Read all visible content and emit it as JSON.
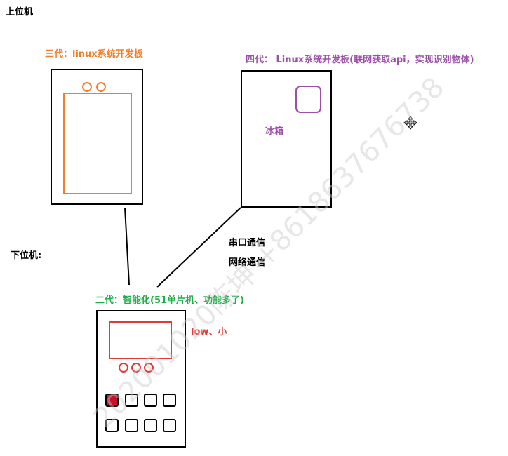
{
  "labels": {
    "upper_machine": "上位机",
    "lower_machine": "下位机:",
    "gen3": "三代：linux系统开发板",
    "gen4": "四代： Linux系统开发板(联网获取api，实现识别物体)",
    "fridge": "冰箱",
    "serial_comm": "串口通信",
    "network_comm": "网络通信",
    "gen2": "二代：智能化(51单片机、功能多了)",
    "low_small": "low、小"
  },
  "watermark": "202001020陈坤 +8618637676738",
  "colors": {
    "gen3": "#f07f2b",
    "gen4": "#9b4fa8",
    "gen2": "#1fae4a",
    "accent_red": "#e03b3b",
    "outline": "#000000"
  },
  "icons": {
    "move_cursor": "move-cursor-icon"
  }
}
